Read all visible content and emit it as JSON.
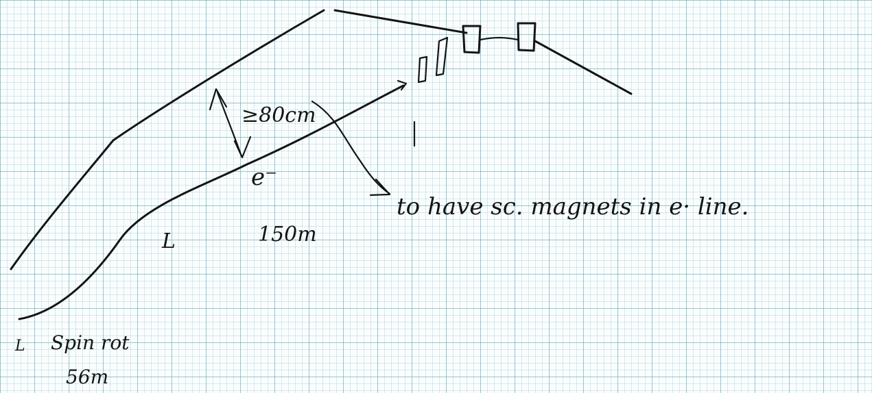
{
  "notes": {
    "separation": "≥80cm",
    "beam": "e⁻",
    "length": "150m",
    "goal": "to have sc. magnets in e· line.",
    "spin_rotator": "Spin rot",
    "spin_rotator_length": "56m",
    "bend_marker_left": "L",
    "bend_marker_bottom": "L"
  }
}
